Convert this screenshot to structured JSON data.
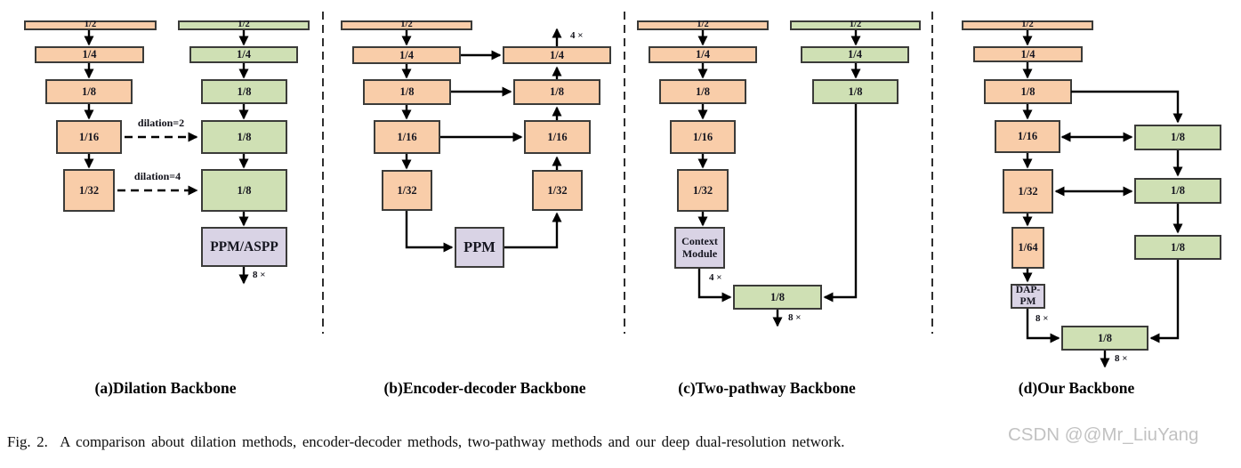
{
  "colors": {
    "detail_branch_fill": "#f9cda9",
    "semantic_branch_fill": "#cfe0b4",
    "context_module_fill": "#d9d3e5",
    "box_border": "#3b3b39",
    "arrow": "#000000",
    "watermark": "#c2c2c2"
  },
  "panels": {
    "a": {
      "caption": "(a)Dilation Backbone",
      "left": [
        "1/2",
        "1/4",
        "1/8",
        "1/16",
        "1/32"
      ],
      "right": [
        "1/2",
        "1/4",
        "1/8",
        "1/8",
        "1/8"
      ],
      "head": "PPM/ASPP",
      "dilation1": "dilation=2",
      "dilation2": "dilation=4",
      "out_scale": "8 ×"
    },
    "b": {
      "caption": "(b)Encoder-decoder Backbone",
      "encoder": [
        "1/2",
        "1/4",
        "1/8",
        "1/16",
        "1/32"
      ],
      "decoder": [
        "1/4",
        "1/8",
        "1/16",
        "1/32"
      ],
      "head": "PPM",
      "out_scale": "4 ×"
    },
    "c": {
      "caption": "(c)Two-pathway Backbone",
      "detail": [
        "1/2",
        "1/4",
        "1/8",
        "1/16",
        "1/32"
      ],
      "semantic": [
        "1/2",
        "1/4",
        "1/8"
      ],
      "head": "Context Module",
      "fusion": "1/8",
      "mid_scale": "4 ×",
      "out_scale": "8 ×"
    },
    "d": {
      "caption": "(d)Our Backbone",
      "main": [
        "1/2",
        "1/4",
        "1/8",
        "1/16",
        "1/32",
        "1/64"
      ],
      "aux": [
        "1/8",
        "1/8",
        "1/8"
      ],
      "head": "DAP-PM",
      "fusion": "1/8",
      "mid_scale": "8 ×",
      "out_scale": "8 ×"
    }
  },
  "caption": {
    "figure": "Fig. 2.  A comparison about dilation methods, encoder-decoder methods, two-pathway methods and our deep dual-resolution network.",
    "watermark": "CSDN @@Mr_LiuYang"
  }
}
